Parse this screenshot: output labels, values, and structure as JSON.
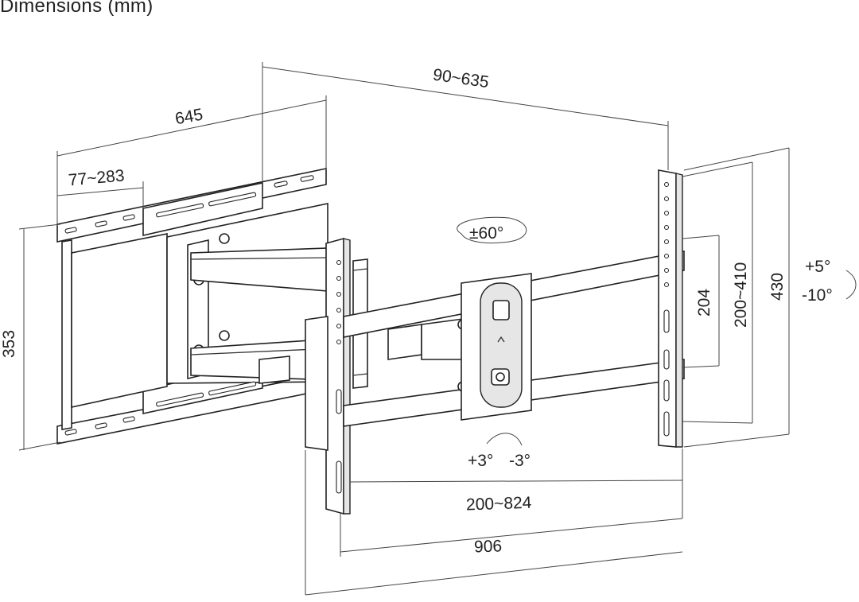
{
  "title": "Dimensions (mm)",
  "dimensions": {
    "overall_depth": "645",
    "wall_plate_spacing": "77~283",
    "arm_extension": "90~635",
    "wall_plate_height": "353",
    "swivel": "±60°",
    "vesa_horizontal": "200~824",
    "overall_width": "906",
    "vesa_vertical_min": "204",
    "vesa_vertical_range": "200~410",
    "bracket_height": "430",
    "tilt_up": "+5°",
    "tilt_down": "-10°",
    "rotation_positive": "+3°",
    "rotation_negative": "-3°"
  }
}
